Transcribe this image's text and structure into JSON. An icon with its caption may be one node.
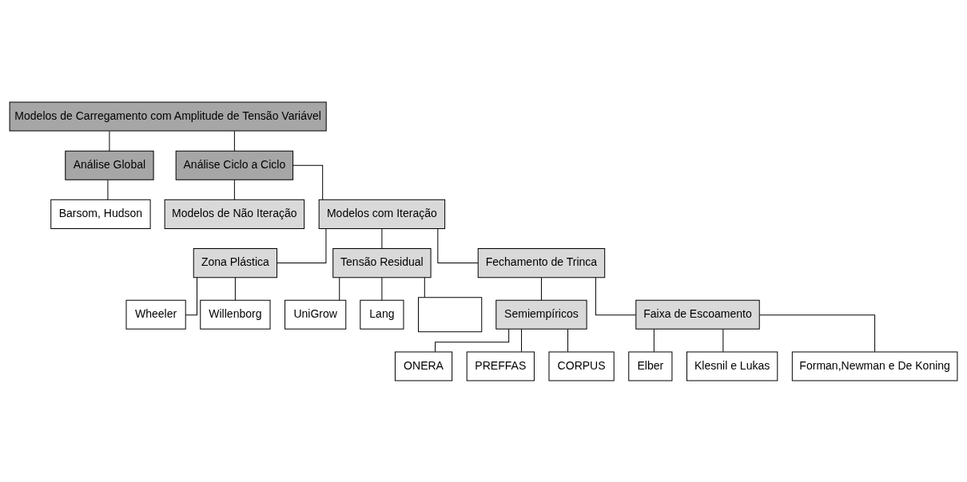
{
  "diagram": {
    "nodes": [
      {
        "text": [
          "Modelos de Carregamento com Amplitude de Tensão Variável"
        ]
      },
      {
        "text": [
          "Análise Global"
        ]
      },
      {
        "text": [
          "Análise Ciclo a Ciclo"
        ]
      },
      {
        "text": [
          "Barsom, Hudson"
        ]
      },
      {
        "text": [
          "Modelos de Não Iteração"
        ]
      },
      {
        "text": [
          "Modelos com Iteração"
        ]
      },
      {
        "text": [
          "Zona Plástica"
        ]
      },
      {
        "text": [
          "Tensão Residual"
        ]
      },
      {
        "text": [
          "Fechamento de Trinca"
        ]
      },
      {
        "text": [
          "Wheeler"
        ]
      },
      {
        "text": [
          "Willenborg"
        ]
      },
      {
        "text": [
          "UniGrow"
        ]
      },
      {
        "text": [
          "Lang"
        ]
      },
      {
        "text": [],
        "shape": "box"
      },
      {
        "text": [
          "Semiempíricos"
        ]
      },
      {
        "text": [
          "Faixa de Escoamento"
        ]
      },
      {
        "text": [
          "ONERA"
        ]
      },
      {
        "text": [
          "PREFFAS"
        ]
      },
      {
        "text": [
          "CORPUS"
        ]
      },
      {
        "text": [
          "Elber"
        ]
      },
      {
        "text": [
          "Klesnil e Lukas"
        ]
      },
      {
        "text": [
          "Forman,Newman e De Koning"
        ]
      }
    ],
    "edges": [
      {
        "from": 0,
        "to": 1,
        "arrow": "none"
      },
      {
        "from": 0,
        "to": 2,
        "arrow": "none"
      },
      {
        "from": 1,
        "to": 3,
        "arrow": "none"
      },
      {
        "from": 2,
        "to": 4,
        "arrow": "none"
      },
      {
        "from": 2,
        "to": 5,
        "arrow": "none"
      },
      {
        "from": 5,
        "to": 6,
        "arrow": "none"
      },
      {
        "from": 5,
        "to": 7,
        "arrow": "none"
      },
      {
        "from": 5,
        "to": 8,
        "arrow": "none"
      },
      {
        "from": 6,
        "to": 9,
        "arrow": "none"
      },
      {
        "from": 6,
        "to": 10,
        "arrow": "none"
      },
      {
        "from": 7,
        "to": 11,
        "arrow": "none"
      },
      {
        "from": 7,
        "to": 12,
        "arrow": "none"
      },
      {
        "from": 7,
        "to": 13,
        "arrow": "none"
      },
      {
        "from": 8,
        "to": 14,
        "arrow": "none"
      },
      {
        "from": 8,
        "to": 15,
        "arrow": "none"
      },
      {
        "from": 14,
        "to": 16,
        "arrow": "none"
      },
      {
        "from": 14,
        "to": 17,
        "arrow": "none"
      },
      {
        "from": 14,
        "to": 18,
        "arrow": "none"
      },
      {
        "from": 15,
        "to": 19,
        "arrow": "none"
      },
      {
        "from": 15,
        "to": 20,
        "arrow": "none"
      },
      {
        "from": 15,
        "to": 21,
        "arrow": "none"
      }
    ]
  }
}
